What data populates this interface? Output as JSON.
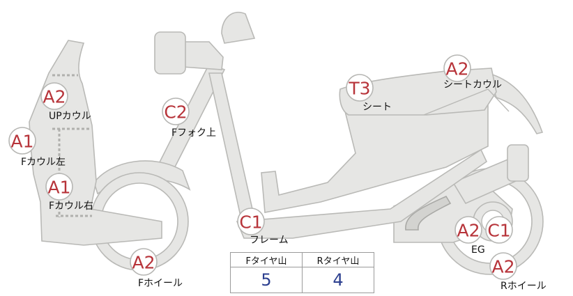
{
  "badges": [
    {
      "id": "a2-up-cowl",
      "grade": "A2",
      "label": "UPカウル"
    },
    {
      "id": "a1-f-cowl-left",
      "grade": "A1",
      "label": "Fカウル左"
    },
    {
      "id": "a1-f-cowl-right",
      "grade": "A1",
      "label": "Fカウル右"
    },
    {
      "id": "c2-f-fork-upper",
      "grade": "C2",
      "label": "Fフォク上"
    },
    {
      "id": "a2-f-wheel",
      "grade": "A2",
      "label": "Fホイール"
    },
    {
      "id": "c1-frame",
      "grade": "C1",
      "label": "フレーム"
    },
    {
      "id": "t3-seat",
      "grade": "T3",
      "label": "シート"
    },
    {
      "id": "a2-seat-cowl",
      "grade": "A2",
      "label": "シートカウル"
    },
    {
      "id": "a2-eg",
      "grade": "A2",
      "label": ""
    },
    {
      "id": "c1-eg",
      "grade": "C1",
      "label": "EG"
    },
    {
      "id": "a2-r-wheel",
      "grade": "A2",
      "label": "Rホイール"
    }
  ],
  "tread_table": {
    "headers": [
      "Fタイヤ山",
      "Rタイヤ山"
    ],
    "values": [
      "5",
      "4"
    ]
  },
  "colors": {
    "part_fill": "#e6e6e4",
    "part_stroke": "#b9b9b6",
    "grade_text": "#b7343a",
    "tread_value": "#2c3f8f"
  }
}
